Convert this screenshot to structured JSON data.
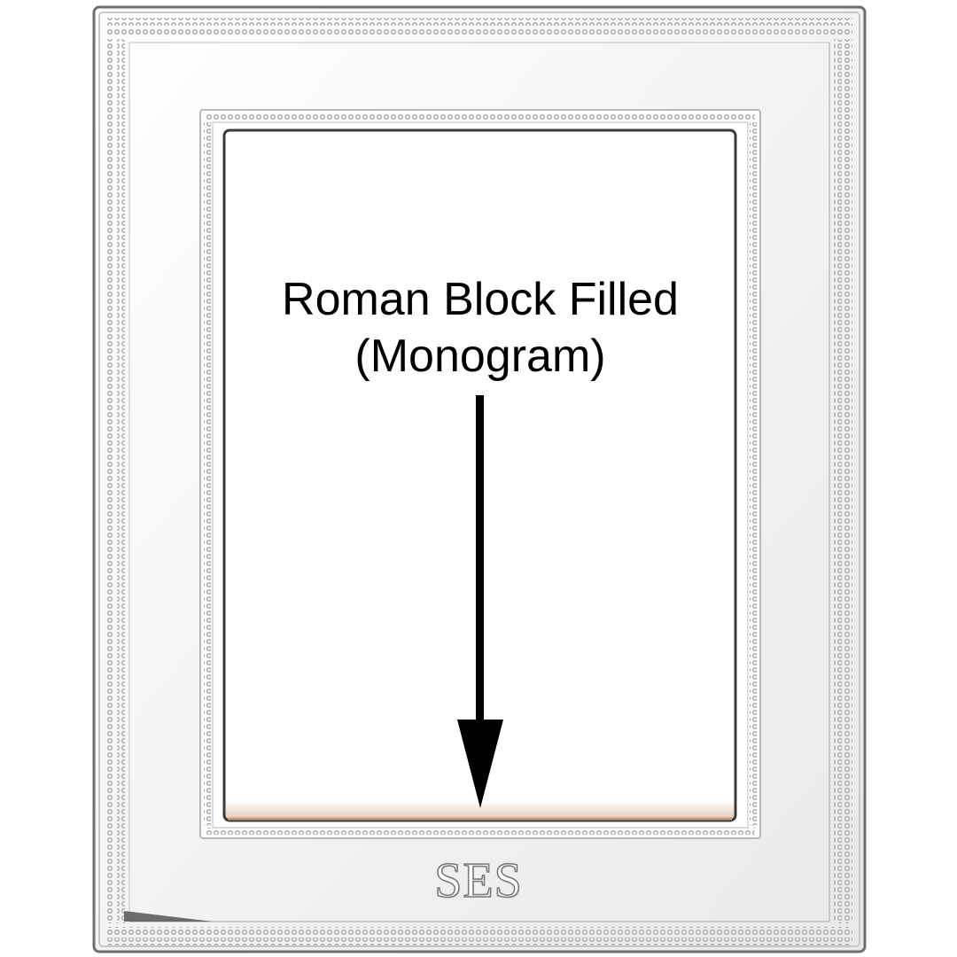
{
  "caption": {
    "line1": "Roman Block Filled",
    "line2": "(Monogram)"
  },
  "monogram": {
    "text": "SES"
  },
  "colors": {
    "frame_silver": "#d6d6d6",
    "frame_face": "#f7f7f7",
    "bead": "#a6a6a6",
    "text": "#000000",
    "monogram_stroke": "#7d7d7d"
  },
  "icons": {
    "pointer": "down-arrow-icon"
  }
}
